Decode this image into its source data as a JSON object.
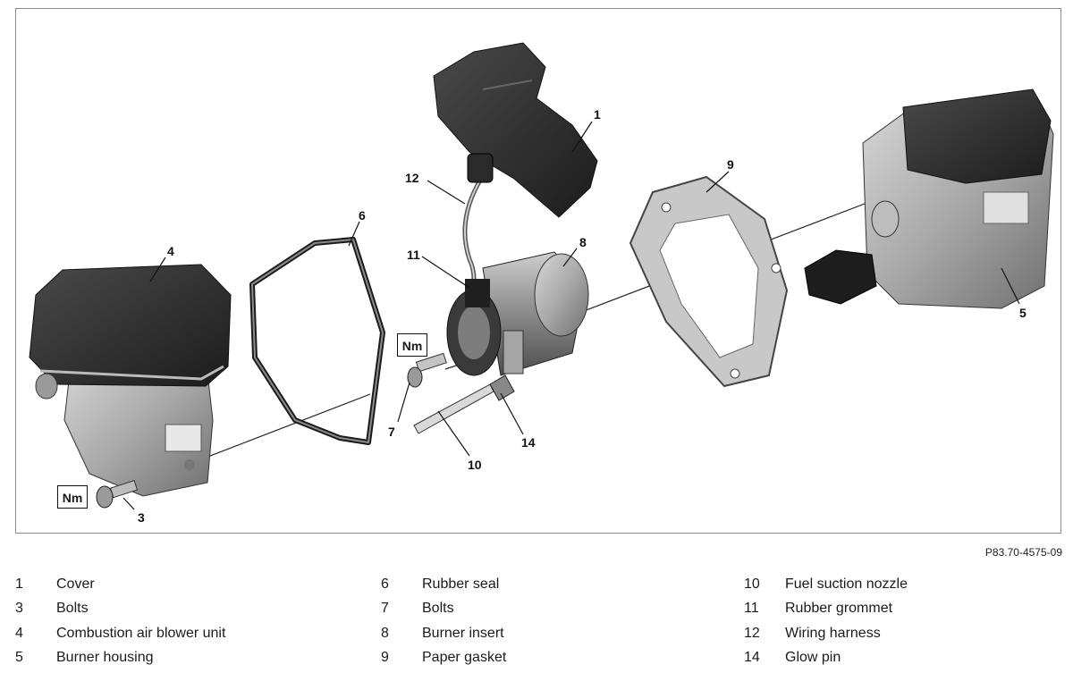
{
  "callouts": [
    "1",
    "3",
    "4",
    "5",
    "6",
    "7",
    "8",
    "9",
    "10",
    "11",
    "12",
    "14"
  ],
  "torque_label": "Nm",
  "reference_code": "P83.70-4575-09",
  "legend": {
    "col1": [
      {
        "num": "1",
        "text": "Cover"
      },
      {
        "num": "3",
        "text": "Bolts"
      },
      {
        "num": "4",
        "text": "Combustion air blower unit"
      },
      {
        "num": "5",
        "text": "Burner housing"
      }
    ],
    "col2": [
      {
        "num": "6",
        "text": "Rubber seal"
      },
      {
        "num": "7",
        "text": "Bolts"
      },
      {
        "num": "8",
        "text": "Burner insert"
      },
      {
        "num": "9",
        "text": "Paper gasket"
      }
    ],
    "col3": [
      {
        "num": "10",
        "text": "Fuel suction nozzle"
      },
      {
        "num": "11",
        "text": "Rubber grommet"
      },
      {
        "num": "12",
        "text": "Wiring harness"
      },
      {
        "num": "14",
        "text": "Glow pin"
      }
    ]
  }
}
